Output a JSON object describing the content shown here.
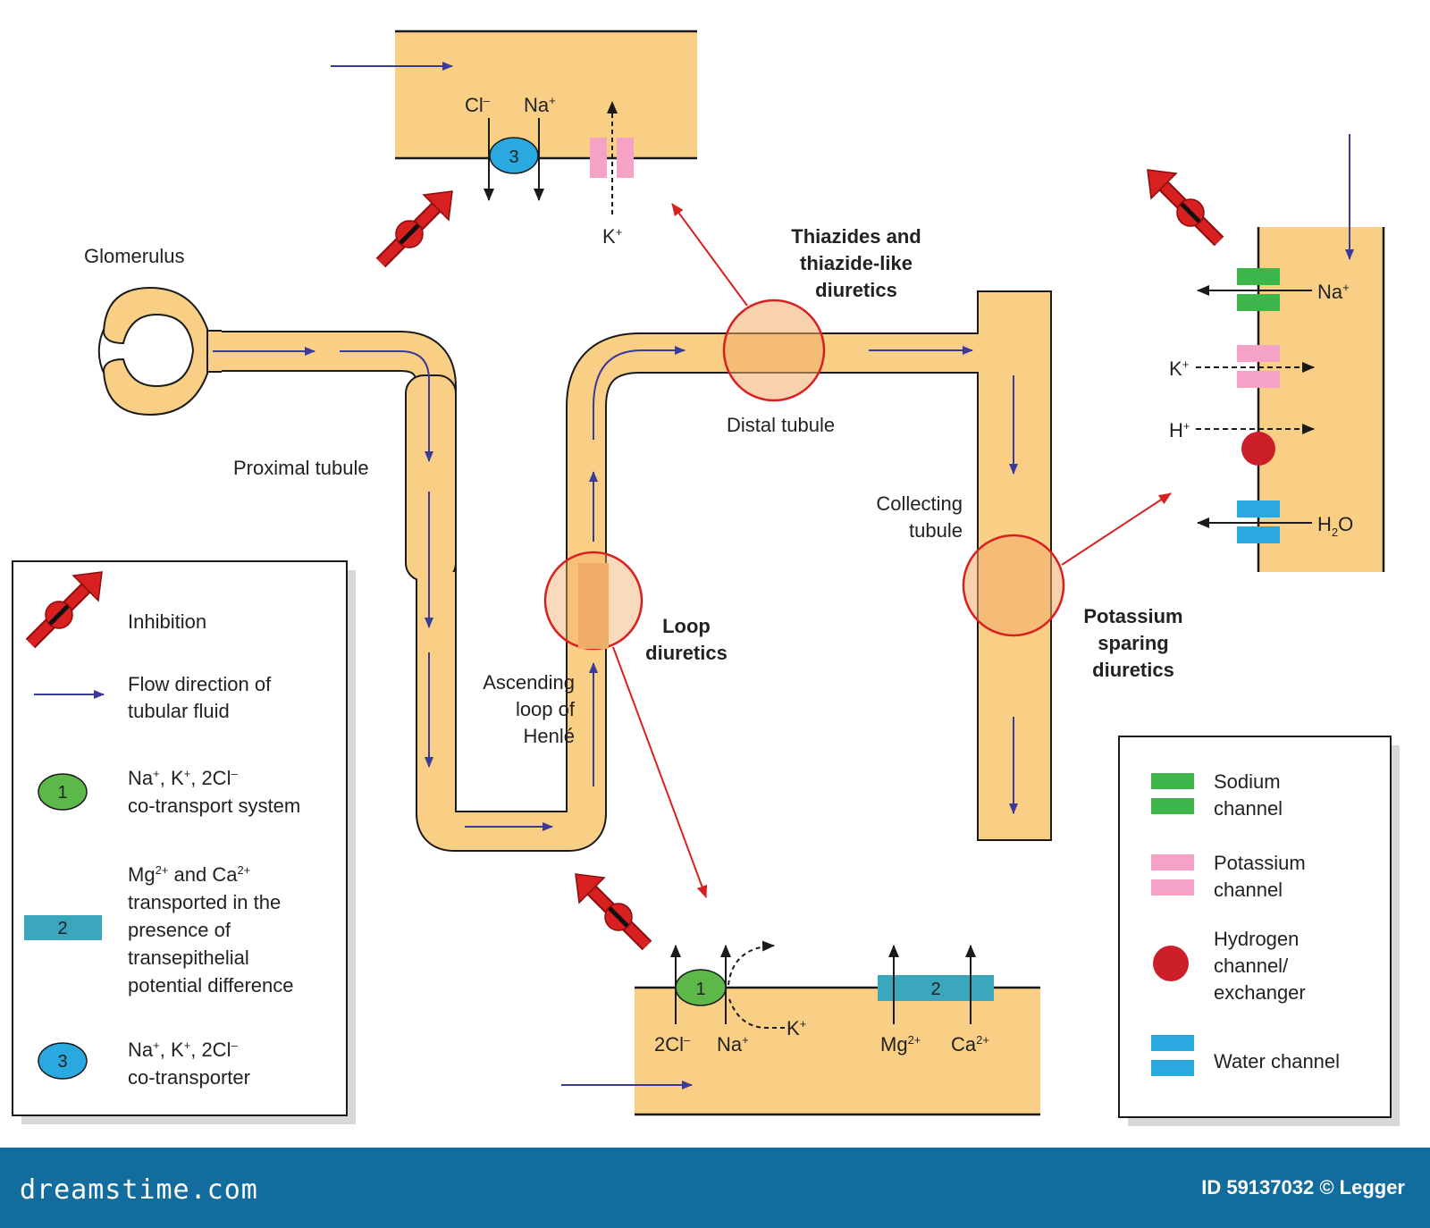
{
  "labels": {
    "glomerulus": "Glomerulus",
    "proximal_tubule": "Proximal tubule",
    "ascending_loop": [
      "Ascending",
      "loop of",
      "Henlé"
    ],
    "distal_tubule": "Distal tubule",
    "collecting_tubule": [
      "Collecting",
      "tubule"
    ]
  },
  "drug_classes": {
    "thiazides": [
      "Thiazides and",
      "thiazide-like",
      "diuretics"
    ],
    "loop": [
      "Loop",
      "diuretics"
    ],
    "potassium_sparing": [
      "Potassium",
      "sparing",
      "diuretics"
    ]
  },
  "distal_panel": {
    "cotransporter_badge": "3",
    "ion_cl": "Cl",
    "ion_cl_sup": "–",
    "ion_na": "Na",
    "ion_na_sup": "+",
    "ion_k": "K",
    "ion_k_sup": "+"
  },
  "collecting_panel": {
    "na": "Na",
    "na_sup": "+",
    "k": "K",
    "k_sup": "+",
    "h": "H",
    "h_sup": "+",
    "h2o_h": "H",
    "h2o_sub": "2",
    "h2o_o": "O"
  },
  "loop_panel": {
    "cotransport_badge": "1",
    "channel_badge": "2",
    "cl": "2Cl",
    "cl_sup": "–",
    "na": "Na",
    "na_sup": "+",
    "k": "K",
    "k_sup": "+",
    "mg": "Mg",
    "mg_sup": "2+",
    "ca": "Ca",
    "ca_sup": "2+"
  },
  "legend_left": {
    "inhibition": "Inhibition",
    "flow": [
      "Flow direction of",
      "tubular fluid"
    ],
    "item1_badge": "1",
    "item1": {
      "na": "Na",
      "na_sup": "+",
      "k": ", K",
      "k_sup": "+",
      "cl": ", 2Cl",
      "cl_sup": "–",
      "line2": "co-transport system"
    },
    "item2_badge": "2",
    "item2": {
      "mg": "Mg",
      "mg_sup": "2+",
      "and": " and Ca",
      "ca_sup": "2+",
      "lines": [
        "transported in the",
        "presence of",
        "transepithelial",
        "potential difference"
      ]
    },
    "item3_badge": "3",
    "item3": {
      "na": "Na",
      "na_sup": "+",
      "k": ", K",
      "k_sup": "+",
      "cl": ", 2Cl",
      "cl_sup": "–",
      "line2": "co-transporter"
    }
  },
  "legend_right": {
    "sodium": [
      "Sodium",
      "channel"
    ],
    "potassium": [
      "Potassium",
      "channel"
    ],
    "hydrogen": [
      "Hydrogen",
      "channel/",
      "exchanger"
    ],
    "water": "Water channel"
  },
  "footer": {
    "logo": "dreamstime.com",
    "credit": "ID 59137032 © Legger"
  },
  "colors": {
    "tubule_fill": "#f9cf85",
    "outline": "#1a1a1a",
    "flow_arrow": "#3a3a9a",
    "inhibit_red": "#d92020",
    "sodium_green": "#3cb54a",
    "potassium_pink": "#f4a3c7",
    "hydrogen_red": "#cc1f2a",
    "water_blue": "#29a9df",
    "cotransporter_blue": "#29a9df",
    "cotransport_green": "#5cb848",
    "channel_teal": "#3aa7bd",
    "highlight_orange": "#f2ad6b",
    "footer_blue": "#136c9e"
  }
}
